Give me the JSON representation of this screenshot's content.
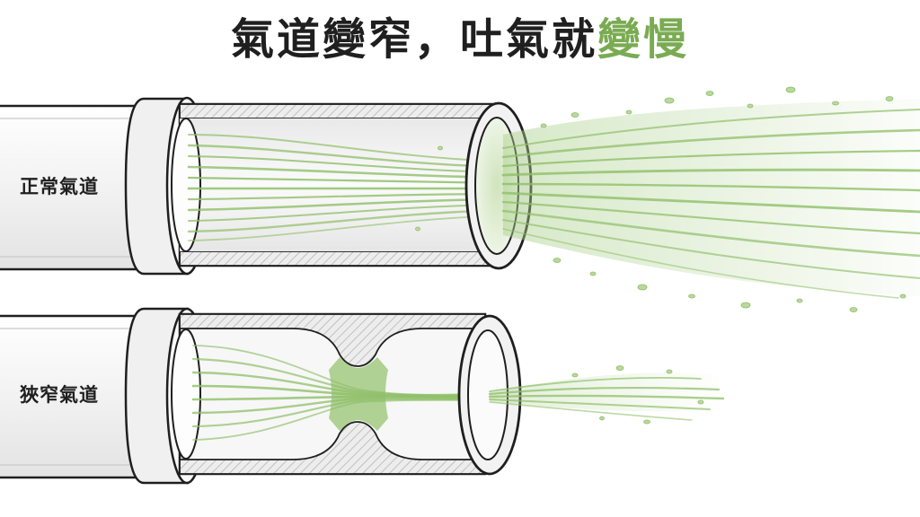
{
  "title": {
    "main": "氣道變窄，吐氣就",
    "accent": "變慢"
  },
  "labels": {
    "normal": "正常氣道",
    "narrow": "狹窄氣道"
  },
  "colors": {
    "green": "#7aab52",
    "green_light": "#cfe4bc",
    "outline": "#1f1f1f",
    "tube": "#f4f4f4"
  }
}
